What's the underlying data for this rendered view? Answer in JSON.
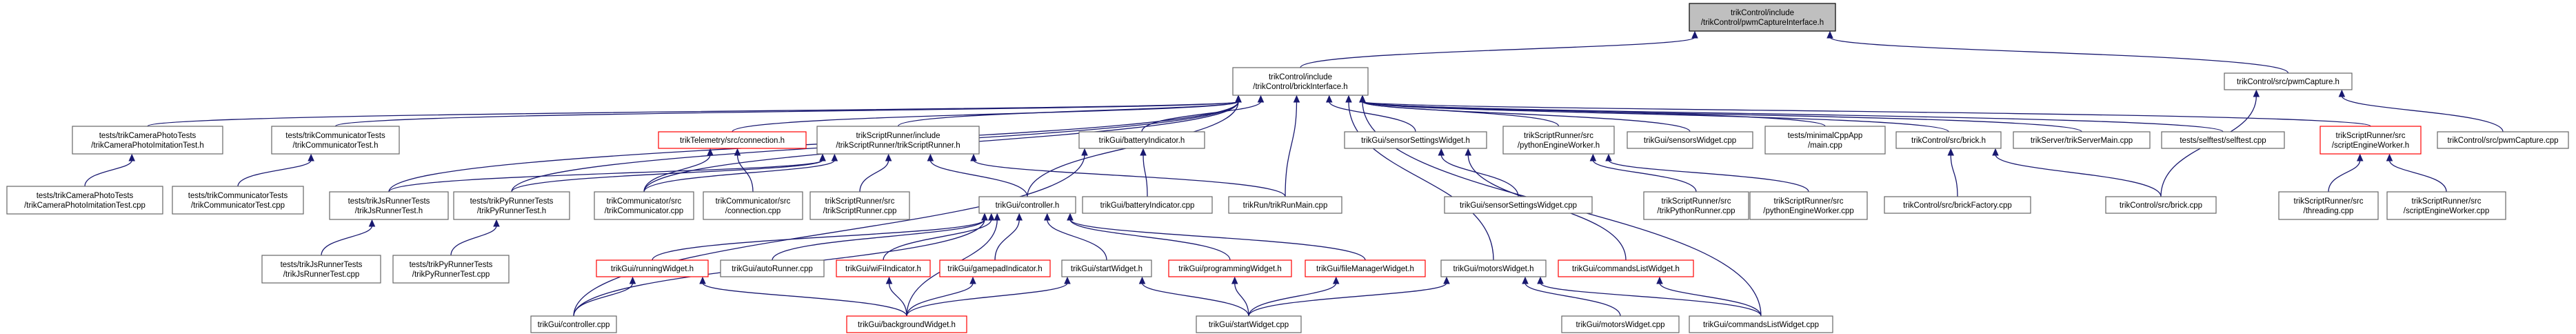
{
  "diagram": {
    "nodes": [
      {
        "id": "pwmCaptureInterface",
        "lines": [
          "trikControl/include",
          "/trikControl/pwmCaptureInterface.h"
        ],
        "style": "root"
      },
      {
        "id": "brickInterface",
        "lines": [
          "trikControl/include",
          "/trikControl/brickInterface.h"
        ],
        "style": "normal"
      },
      {
        "id": "pwmCapture_h",
        "lines": [
          "trikControl/src/pwmCapture.h"
        ],
        "style": "normal"
      },
      {
        "id": "cameraPhotoTest_h",
        "lines": [
          "tests/trikCameraPhotoTests",
          "/trikCameraPhotoImitationTest.h"
        ],
        "style": "normal"
      },
      {
        "id": "communicatorTest_h",
        "lines": [
          "tests/trikCommunicatorTests",
          "/trikCommunicatorTest.h"
        ],
        "style": "normal"
      },
      {
        "id": "telemetryConnection",
        "lines": [
          "trikTelemetry/src/connection.h"
        ],
        "style": "red"
      },
      {
        "id": "trikScriptRunner_h",
        "lines": [
          "trikScriptRunner/include",
          "/trikScriptRunner/trikScriptRunner.h"
        ],
        "style": "normal"
      },
      {
        "id": "batteryIndicator_h",
        "lines": [
          "trikGui/batteryIndicator.h"
        ],
        "style": "normal"
      },
      {
        "id": "sensorSettingsWidget_h",
        "lines": [
          "trikGui/sensorSettingsWidget.h"
        ],
        "style": "normal"
      },
      {
        "id": "pythonEngineWorker_h",
        "lines": [
          "trikScriptRunner/src",
          "/pythonEngineWorker.h"
        ],
        "style": "normal"
      },
      {
        "id": "sensorsWidget_cpp",
        "lines": [
          "trikGui/sensorsWidget.cpp"
        ],
        "style": "normal"
      },
      {
        "id": "minimalCppApp",
        "lines": [
          "tests/minimalCppApp",
          "/main.cpp"
        ],
        "style": "normal"
      },
      {
        "id": "brick_h",
        "lines": [
          "trikControl/src/brick.h"
        ],
        "style": "normal"
      },
      {
        "id": "trikServerMain",
        "lines": [
          "trikServer/trikServerMain.cpp"
        ],
        "style": "normal"
      },
      {
        "id": "selftest",
        "lines": [
          "tests/selftest/selftest.cpp"
        ],
        "style": "normal"
      },
      {
        "id": "scriptEngineWorker_h",
        "lines": [
          "trikScriptRunner/src",
          "/scriptEngineWorker.h"
        ],
        "style": "red"
      },
      {
        "id": "pwmCapture_cpp",
        "lines": [
          "trikControl/src/pwmCapture.cpp"
        ],
        "style": "normal"
      },
      {
        "id": "cameraPhotoTest_cpp",
        "lines": [
          "tests/trikCameraPhotoTests",
          "/trikCameraPhotoImitationTest.cpp"
        ],
        "style": "normal"
      },
      {
        "id": "communicatorTest_cpp",
        "lines": [
          "tests/trikCommunicatorTests",
          "/trikCommunicatorTest.cpp"
        ],
        "style": "normal"
      },
      {
        "id": "jsRunnerTest_h",
        "lines": [
          "tests/trikJsRunnerTests",
          "/trikJsRunnerTest.h"
        ],
        "style": "normal"
      },
      {
        "id": "pyRunnerTest_h",
        "lines": [
          "tests/trikPyRunnerTests",
          "/trikPyRunnerTest.h"
        ],
        "style": "normal"
      },
      {
        "id": "trikCommunicator_cpp",
        "lines": [
          "trikCommunicator/src",
          "/trikCommunicator.cpp"
        ],
        "style": "normal"
      },
      {
        "id": "connection_cpp",
        "lines": [
          "trikCommunicator/src",
          "/connection.cpp"
        ],
        "style": "normal"
      },
      {
        "id": "trikScriptRunner_cpp",
        "lines": [
          "trikScriptRunner/src",
          "/trikScriptRunner.cpp"
        ],
        "style": "normal"
      },
      {
        "id": "controller_h",
        "lines": [
          "trikGui/controller.h"
        ],
        "style": "normal"
      },
      {
        "id": "batteryIndicator_cpp",
        "lines": [
          "trikGui/batteryIndicator.cpp"
        ],
        "style": "normal"
      },
      {
        "id": "trikRunMain",
        "lines": [
          "trikRun/trikRunMain.cpp"
        ],
        "style": "normal"
      },
      {
        "id": "sensorSettingsWidget_cpp",
        "lines": [
          "trikGui/sensorSettingsWidget.cpp"
        ],
        "style": "normal"
      },
      {
        "id": "trikPythonRunner_cpp",
        "lines": [
          "trikScriptRunner/src",
          "/trikPythonRunner.cpp"
        ],
        "style": "normal"
      },
      {
        "id": "pythonEngineWorker_cpp",
        "lines": [
          "trikScriptRunner/src",
          "/pythonEngineWorker.cpp"
        ],
        "style": "normal"
      },
      {
        "id": "brickFactory_cpp",
        "lines": [
          "trikControl/src/brickFactory.cpp"
        ],
        "style": "normal"
      },
      {
        "id": "brick_cpp",
        "lines": [
          "trikControl/src/brick.cpp"
        ],
        "style": "normal"
      },
      {
        "id": "threading_cpp",
        "lines": [
          "trikScriptRunner/src",
          "/threading.cpp"
        ],
        "style": "normal"
      },
      {
        "id": "scriptEngineWorker_cpp",
        "lines": [
          "trikScriptRunner/src",
          "/scriptEngineWorker.cpp"
        ],
        "style": "normal"
      },
      {
        "id": "jsRunnerTest_cpp",
        "lines": [
          "tests/trikJsRunnerTests",
          "/trikJsRunnerTest.cpp"
        ],
        "style": "normal"
      },
      {
        "id": "pyRunnerTest_cpp",
        "lines": [
          "tests/trikPyRunnerTests",
          "/trikPyRunnerTest.cpp"
        ],
        "style": "normal"
      },
      {
        "id": "runningWidget_h",
        "lines": [
          "trikGui/runningWidget.h"
        ],
        "style": "red"
      },
      {
        "id": "autoRunner_cpp",
        "lines": [
          "trikGui/autoRunner.cpp"
        ],
        "style": "normal"
      },
      {
        "id": "wiFiIndicator_h",
        "lines": [
          "trikGui/wiFiIndicator.h"
        ],
        "style": "red"
      },
      {
        "id": "gamepadIndicator_h",
        "lines": [
          "trikGui/gamepadIndicator.h"
        ],
        "style": "red"
      },
      {
        "id": "startWidget_h",
        "lines": [
          "trikGui/startWidget.h"
        ],
        "style": "normal"
      },
      {
        "id": "programmingWidget_h",
        "lines": [
          "trikGui/programmingWidget.h"
        ],
        "style": "red"
      },
      {
        "id": "fileManagerWidget_h",
        "lines": [
          "trikGui/fileManagerWidget.h"
        ],
        "style": "red"
      },
      {
        "id": "motorsWidget_h",
        "lines": [
          "trikGui/motorsWidget.h"
        ],
        "style": "normal"
      },
      {
        "id": "commandsListWidget_h",
        "lines": [
          "trikGui/commandsListWidget.h"
        ],
        "style": "red"
      },
      {
        "id": "controller_cpp",
        "lines": [
          "trikGui/controller.cpp"
        ],
        "style": "normal"
      },
      {
        "id": "backgroundWidget_h",
        "lines": [
          "trikGui/backgroundWidget.h"
        ],
        "style": "red"
      },
      {
        "id": "startWidget_cpp",
        "lines": [
          "trikGui/startWidget.cpp"
        ],
        "style": "normal"
      },
      {
        "id": "motorsWidget_cpp",
        "lines": [
          "trikGui/motorsWidget.cpp"
        ],
        "style": "normal"
      },
      {
        "id": "commandsListWidget_cpp",
        "lines": [
          "trikGui/commandsListWidget.cpp"
        ],
        "style": "normal"
      }
    ],
    "edges": [
      [
        "brickInterface",
        "pwmCaptureInterface"
      ],
      [
        "pwmCapture_h",
        "pwmCaptureInterface"
      ],
      [
        "cameraPhotoTest_h",
        "brickInterface"
      ],
      [
        "communicatorTest_h",
        "brickInterface"
      ],
      [
        "telemetryConnection",
        "brickInterface"
      ],
      [
        "trikScriptRunner_h",
        "brickInterface"
      ],
      [
        "batteryIndicator_h",
        "brickInterface"
      ],
      [
        "sensorSettingsWidget_h",
        "brickInterface"
      ],
      [
        "pythonEngineWorker_h",
        "brickInterface"
      ],
      [
        "sensorsWidget_cpp",
        "brickInterface"
      ],
      [
        "minimalCppApp",
        "brickInterface"
      ],
      [
        "brick_h",
        "brickInterface"
      ],
      [
        "trikServerMain",
        "brickInterface"
      ],
      [
        "selftest",
        "brickInterface"
      ],
      [
        "scriptEngineWorker_h",
        "brickInterface"
      ],
      [
        "jsRunnerTest_h",
        "brickInterface"
      ],
      [
        "pyRunnerTest_h",
        "brickInterface"
      ],
      [
        "trikCommunicator_cpp",
        "brickInterface"
      ],
      [
        "controller_h",
        "brickInterface"
      ],
      [
        "trikRunMain",
        "brickInterface"
      ],
      [
        "motorsWidget_h",
        "brickInterface"
      ],
      [
        "commandsListWidget_cpp",
        "brickInterface"
      ],
      [
        "brick_cpp",
        "pwmCapture_h"
      ],
      [
        "pwmCapture_cpp",
        "pwmCapture_h"
      ],
      [
        "cameraPhotoTest_cpp",
        "cameraPhotoTest_h"
      ],
      [
        "communicatorTest_cpp",
        "communicatorTest_h"
      ],
      [
        "connection_cpp",
        "telemetryConnection"
      ],
      [
        "trikCommunicator_cpp",
        "telemetryConnection"
      ],
      [
        "jsRunnerTest_h",
        "trikScriptRunner_h"
      ],
      [
        "pyRunnerTest_h",
        "trikScriptRunner_h"
      ],
      [
        "trikCommunicator_cpp",
        "trikScriptRunner_h"
      ],
      [
        "trikScriptRunner_cpp",
        "trikScriptRunner_h"
      ],
      [
        "controller_h",
        "trikScriptRunner_h"
      ],
      [
        "trikRunMain",
        "trikScriptRunner_h"
      ],
      [
        "batteryIndicator_cpp",
        "batteryIndicator_h"
      ],
      [
        "controller_cpp",
        "batteryIndicator_h"
      ],
      [
        "sensorSettingsWidget_cpp",
        "sensorSettingsWidget_h"
      ],
      [
        "commandsListWidget_h",
        "sensorSettingsWidget_h"
      ],
      [
        "trikPythonRunner_cpp",
        "pythonEngineWorker_h"
      ],
      [
        "pythonEngineWorker_cpp",
        "pythonEngineWorker_h"
      ],
      [
        "brickFactory_cpp",
        "brick_h"
      ],
      [
        "brick_cpp",
        "brick_h"
      ],
      [
        "threading_cpp",
        "scriptEngineWorker_h"
      ],
      [
        "scriptEngineWorker_cpp",
        "scriptEngineWorker_h"
      ],
      [
        "jsRunnerTest_cpp",
        "jsRunnerTest_h"
      ],
      [
        "pyRunnerTest_cpp",
        "pyRunnerTest_h"
      ],
      [
        "runningWidget_h",
        "controller_h"
      ],
      [
        "autoRunner_cpp",
        "controller_h"
      ],
      [
        "wiFiIndicator_h",
        "controller_h"
      ],
      [
        "gamepadIndicator_h",
        "controller_h"
      ],
      [
        "startWidget_h",
        "controller_h"
      ],
      [
        "programmingWidget_h",
        "controller_h"
      ],
      [
        "fileManagerWidget_h",
        "controller_h"
      ],
      [
        "controller_cpp",
        "controller_h"
      ],
      [
        "backgroundWidget_h",
        "controller_h"
      ],
      [
        "controller_cpp",
        "runningWidget_h"
      ],
      [
        "backgroundWidget_h",
        "runningWidget_h"
      ],
      [
        "backgroundWidget_h",
        "wiFiIndicator_h"
      ],
      [
        "backgroundWidget_h",
        "gamepadIndicator_h"
      ],
      [
        "backgroundWidget_h",
        "startWidget_h"
      ],
      [
        "startWidget_cpp",
        "startWidget_h"
      ],
      [
        "startWidget_cpp",
        "programmingWidget_h"
      ],
      [
        "startWidget_cpp",
        "fileManagerWidget_h"
      ],
      [
        "startWidget_cpp",
        "motorsWidget_h"
      ],
      [
        "motorsWidget_cpp",
        "motorsWidget_h"
      ],
      [
        "commandsListWidget_cpp",
        "motorsWidget_h"
      ],
      [
        "commandsListWidget_cpp",
        "commandsListWidget_h"
      ]
    ]
  }
}
